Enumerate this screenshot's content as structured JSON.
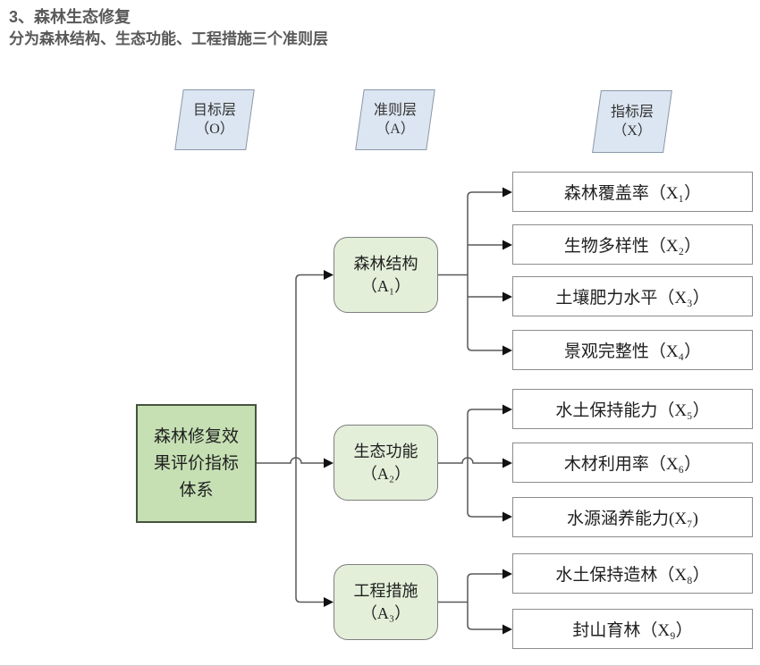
{
  "header": {
    "title": "3、森林生态修复",
    "subtitle": "分为森林结构、生态功能、工程措施三个准则层"
  },
  "layers": [
    {
      "label": "目标层",
      "code": "（O）"
    },
    {
      "label": "准则层",
      "code": "（A）"
    },
    {
      "label": "指标层",
      "code": "（X）"
    }
  ],
  "goal": {
    "label": "森林修复效\n果评价指标\n体系"
  },
  "criteria": [
    {
      "label": "森林结构",
      "code": "（A₁）"
    },
    {
      "label": "生态功能",
      "code": "（A₂）"
    },
    {
      "label": "工程措施",
      "code": "（A₃）"
    }
  ],
  "indicators": [
    {
      "label": "森林覆盖率（X₁）"
    },
    {
      "label": "生物多样性（X₂）"
    },
    {
      "label": "土壤肥力水平（X₃）"
    },
    {
      "label": "景观完整性（X₄）"
    },
    {
      "label": "水土保持能力（X₅）"
    },
    {
      "label": "木材利用率（X₆）"
    },
    {
      "label": "水源涵养能力(X₇)"
    },
    {
      "label": "水土保持造林（X₈）"
    },
    {
      "label": "封山育林（X₉）"
    }
  ],
  "colors": {
    "goal_fill": "#c6e0b4",
    "goal_border": "#46533e",
    "criteria_fill": "#e3efd9",
    "layer_fill": "#dce6f2",
    "box_border": "#8c8c8c",
    "line": "#595959",
    "arrow": "#111111",
    "title_text": "#595959"
  }
}
